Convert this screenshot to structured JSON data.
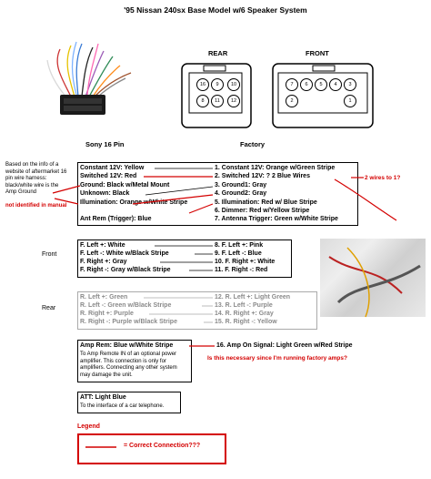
{
  "title": "'95 Nissan 240sx Base Model w/6 Speaker System",
  "connectors": {
    "sony_label": "Sony 16 Pin",
    "factory_label": "Factory",
    "rear_label": "REAR",
    "front_label": "FRONT",
    "rear_pins": [
      "16",
      "9",
      "10",
      "8",
      "11",
      "12"
    ],
    "front_pins": [
      "7",
      "6",
      "5",
      "4",
      "3",
      "2",
      "1"
    ]
  },
  "side_note": {
    "text": "Based on the info of a website of aftermarket 16 pin wire harness: black/white wire is the Amp Ground",
    "red_text": "not identified in manual"
  },
  "sections": {
    "front": "Front",
    "rear": "Rear"
  },
  "power_rows": [
    {
      "left": "Constant 12V: Yellow",
      "right": "1. Constant 12V: Orange w/Green Stripe"
    },
    {
      "left": "Switched 12V: Red",
      "right": "2. Switched 12V: ? 2 Blue Wires"
    },
    {
      "left": "Ground: Black w/Metal Mount",
      "right": "3. Ground1: Gray"
    },
    {
      "left": "Unknown: Black",
      "right": "4. Ground2: Gray"
    },
    {
      "left": "Illumination: Orange w/White Stripe",
      "right": "5. Illumination: Red w/ Blue Stripe"
    },
    {
      "left": "",
      "right": "6. Dimmer: Red w/Yellow Stripe"
    },
    {
      "left": "Ant Rem (Trigger): Blue",
      "right": "7. Antenna Trigger: Green w/White Stripe"
    }
  ],
  "two_wires_note": "2 wires to 1?",
  "front_rows": [
    {
      "left": "F. Left +: White",
      "right": "8. F. Left +: Pink"
    },
    {
      "left": "F. Left -: White w/Black Stripe",
      "right": "9. F. Left -: Blue"
    },
    {
      "left": "F. Right +: Gray",
      "right": "10. F. Right +: White"
    },
    {
      "left": "F. Right -: Gray w/Black Stripe",
      "right": "11. F. Right -: Red"
    }
  ],
  "rear_rows": [
    {
      "left": "R. Left +: Green",
      "right": "12. R. Left +: Light Green"
    },
    {
      "left": "R. Left -: Green w/Black Stripe",
      "right": "13. R. Left -: Purple"
    },
    {
      "left": "R. Right +: Purple",
      "right": "14. R. Right +: Gray"
    },
    {
      "left": "R. Right -: Purple w/Black Stripe",
      "right": "15. R. Right -: Yellow"
    }
  ],
  "amp": {
    "left": "Amp Rem: Blue w/White Stripe",
    "right": "16. Amp On Signal: Light Green w/Red Stripe",
    "desc": "To Amp Remote IN of an optional power amplifier. This connection is only for amplifiers. Connecting any other system may damage the unit.",
    "question": "Is this necessary since I'm running factory amps?"
  },
  "att": {
    "label": "ATT: Light Blue",
    "desc": "To the interface of a car telephone."
  },
  "legend": {
    "title": "Legend",
    "text": "= Correct Connection???"
  },
  "colors": {
    "annotation_red": "#d40000",
    "rear_grey": "#8a8a8a"
  }
}
